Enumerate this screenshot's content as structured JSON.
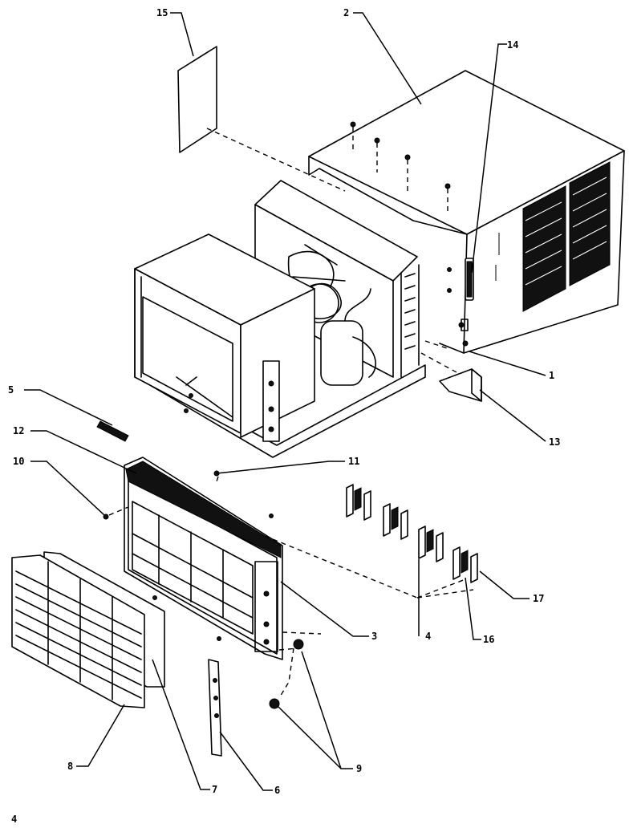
{
  "callouts": [
    {
      "id": "c1",
      "text": "1"
    },
    {
      "id": "c2",
      "text": "2"
    },
    {
      "id": "c3",
      "text": "3"
    },
    {
      "id": "c4",
      "text": "4"
    },
    {
      "id": "c5",
      "text": "5"
    },
    {
      "id": "c6",
      "text": "6"
    },
    {
      "id": "c7",
      "text": "7"
    },
    {
      "id": "c8",
      "text": "8"
    },
    {
      "id": "c9",
      "text": "9"
    },
    {
      "id": "c10",
      "text": "10"
    },
    {
      "id": "c11",
      "text": "11"
    },
    {
      "id": "c12",
      "text": "12"
    },
    {
      "id": "c13",
      "text": "13"
    },
    {
      "id": "c14",
      "text": "14"
    },
    {
      "id": "c15",
      "text": "15"
    },
    {
      "id": "c16",
      "text": "16"
    },
    {
      "id": "c17",
      "text": "17"
    }
  ],
  "page_number": "4"
}
